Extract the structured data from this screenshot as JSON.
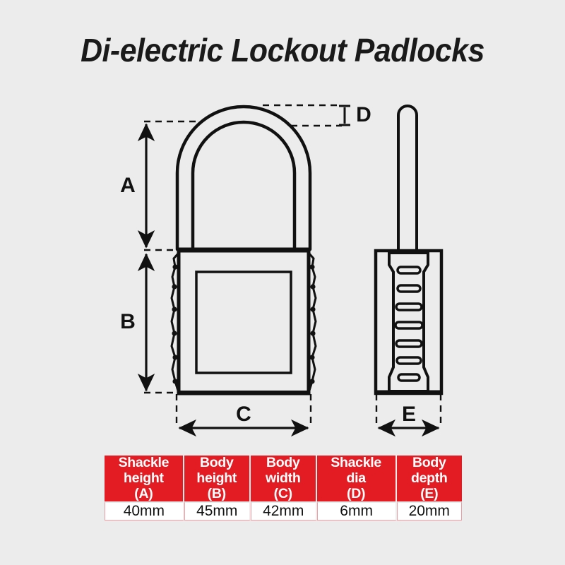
{
  "page": {
    "title": "Di-electric Lockout Padlocks",
    "background_color": "#ececec",
    "line_color": "#111111",
    "accent_color": "#e31b23"
  },
  "diagram": {
    "front_view_name": "padlock-front-view",
    "side_view_name": "padlock-side-view",
    "dimension_labels": [
      {
        "key": "A",
        "label": "A",
        "meaning": "Shackle height"
      },
      {
        "key": "B",
        "label": "B",
        "meaning": "Body height"
      },
      {
        "key": "C",
        "label": "C",
        "meaning": "Body width"
      },
      {
        "key": "D",
        "label": "D",
        "meaning": "Shackle dia"
      },
      {
        "key": "E",
        "label": "E",
        "meaning": "Body depth"
      }
    ]
  },
  "table": {
    "headers": [
      {
        "line1": "Shackle",
        "line2": "height",
        "line3": "(A)"
      },
      {
        "line1": "Body",
        "line2": "height",
        "line3": "(B)"
      },
      {
        "line1": "Body",
        "line2": "width",
        "line3": "(C)"
      },
      {
        "line1": "Shackle",
        "line2": "dia",
        "line3": "(D)"
      },
      {
        "line1": "Body",
        "line2": "depth",
        "line3": "(E)"
      }
    ],
    "values": [
      "40mm",
      "45mm",
      "42mm",
      "6mm",
      "20mm"
    ]
  }
}
